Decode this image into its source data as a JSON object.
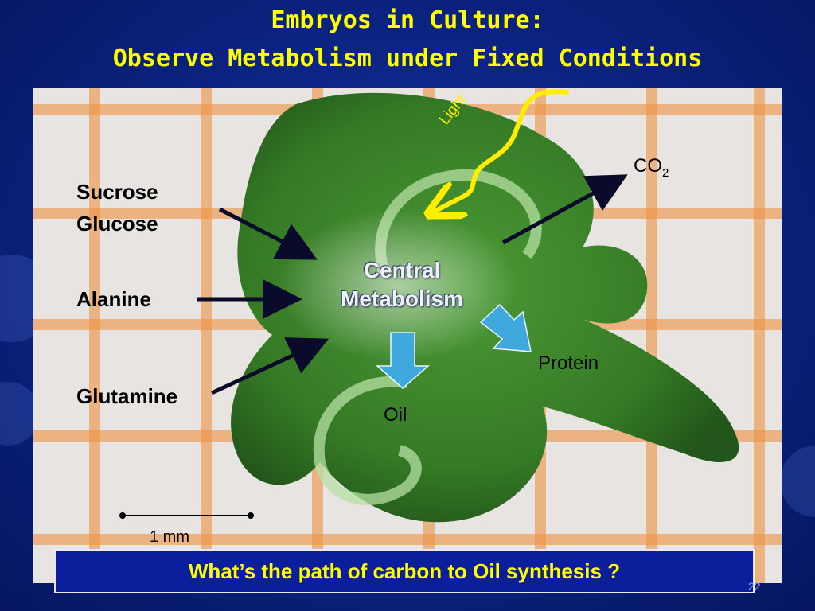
{
  "title": {
    "line1": "Embryos in Culture:",
    "line2": "Observe Metabolism under Fixed Conditions"
  },
  "inputs": {
    "sucrose": "Sucrose",
    "glucose": "Glucose",
    "alanine": "Alanine",
    "glutamine": "Glutamine"
  },
  "center": {
    "line1": "Central",
    "line2": "Metabolism"
  },
  "outputs": {
    "co2": "CO",
    "co2_sub": "2",
    "protein": "Protein",
    "oil": "Oil"
  },
  "light_label": "Light",
  "scale_bar": "1 mm",
  "question": "What’s the path of carbon to Oil synthesis ?",
  "slide_number": "22",
  "colors": {
    "background": "#0c2585",
    "title": "#ffff00",
    "question_box": "#0b1f9c",
    "embryo": "#3c8a2c",
    "light_arrow": "#ffee00",
    "block_arrow": "#3fa9dd"
  }
}
